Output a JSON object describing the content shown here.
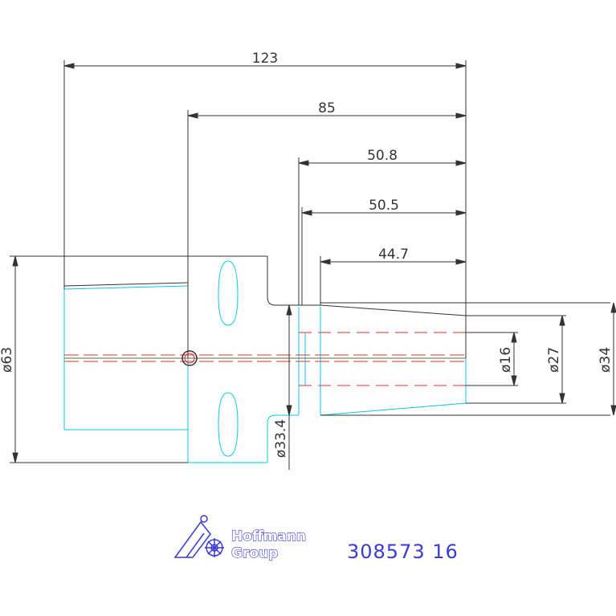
{
  "drawing": {
    "dimensions": {
      "len_123": "123",
      "len_85": "85",
      "len_50_8": "50.8",
      "len_50_5": "50.5",
      "len_44_7": "44.7",
      "dia_63": "ø63",
      "dia_16": "ø16",
      "dia_27": "ø27",
      "dia_34": "ø34",
      "dia_33_4": "ø33.4"
    },
    "colors": {
      "dimension": "#333333",
      "outline": "#00c8e8",
      "hidden": "#e03030",
      "brand": "#3a3ad6"
    }
  },
  "title_block": {
    "brand_line1": "Hoffmann",
    "brand_line2": "Group",
    "part_number": "308573 16"
  }
}
